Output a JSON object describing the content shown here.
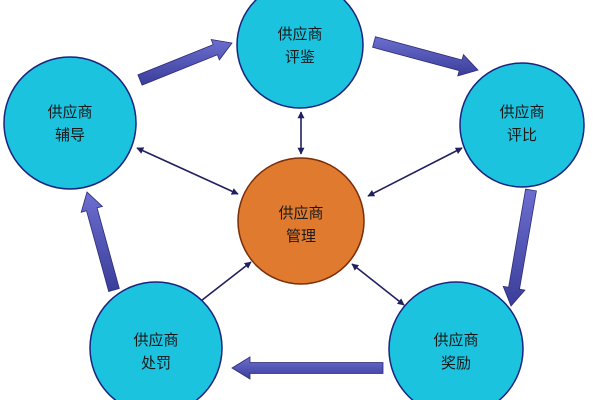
{
  "colors": {
    "outer_fill": "#1CC3DF",
    "outer_stroke": "#1A237E",
    "center_fill": "#E07A2F",
    "center_stroke": "#7A2E08",
    "cycle_arrow": "#4E50B0",
    "cycle_arrow_edge": "#2A2C78",
    "link_arrow": "#202060",
    "label": "#1a1a1a",
    "background": "#ffffff"
  },
  "nodes": {
    "evaluation": {
      "line1": "供应商",
      "line2": "评鉴"
    },
    "comparison": {
      "line1": "供应商",
      "line2": "评比"
    },
    "reward": {
      "line1": "供应商",
      "line2": "奖励"
    },
    "penalty": {
      "line1": "供应商",
      "line2": "处罚"
    },
    "guidance": {
      "line1": "供应商",
      "line2": "辅导"
    },
    "management": {
      "line1": "供应商",
      "line2": "管理"
    }
  }
}
